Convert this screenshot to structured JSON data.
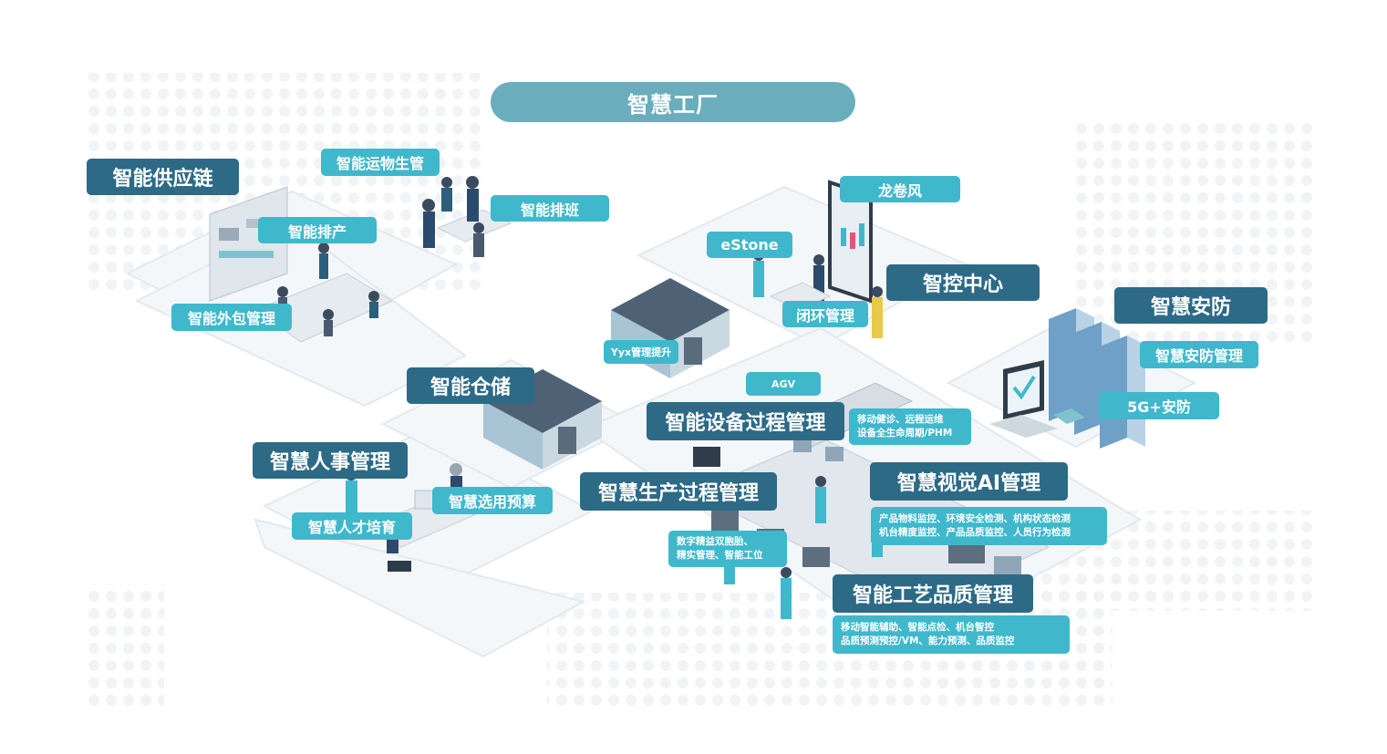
{
  "title": "智慧工厂",
  "colors": {
    "dark_label": "#2c6a86",
    "cyan_label": "#3fb8cc",
    "title_bg": "#6aaebd",
    "platform": "#f1f5f7",
    "dots": "#ecf0f2"
  },
  "labels": {
    "supply_chain": "智能供应链",
    "transport": "智能运物生管",
    "schedule_prod": "智能排产",
    "shift": "智能排班",
    "outsource": "智能外包管理",
    "warehouse": "智能仓储",
    "yyx": "Yyx管理提升",
    "hr": "智慧人事管理",
    "talent": "智慧人才培育",
    "budget": "智慧选用预算",
    "tornado": "龙卷风",
    "estone": "eStone",
    "control_center": "智控中心",
    "closed_loop": "闭环管理",
    "security": "智慧安防",
    "security_mgmt": "智慧安防管理",
    "5g_security": "5G+安防",
    "agv": "AGV",
    "equipment": "智能设备过程管理",
    "equipment_detail_1": "移动健诊、远程运维",
    "equipment_detail_2": "设备全生命周期/PHM",
    "production": "智慧生产过程管理",
    "production_detail_1": "数字精益双胞胎、",
    "production_detail_2": "精实管理、智能工位",
    "vision_ai": "智慧视觉AI管理",
    "vision_detail_1": "产品物料监控、环境安全检测、机构状态检测",
    "vision_detail_2": "机台精度监控、产品品质监控、人员行为检测",
    "process_quality": "智能工艺品质管理",
    "process_detail_1": "移动智能辅助、智能点检、机台智控",
    "process_detail_2": "品质预测预控/VM、能力预测、品质监控"
  }
}
